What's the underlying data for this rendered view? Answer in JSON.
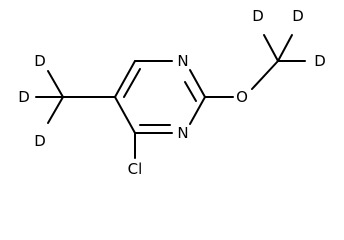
{
  "molecule": {
    "atoms": {
      "n1": "N",
      "n3": "N",
      "o": "O",
      "cl": "Cl",
      "d_methoxy_top_left": "D",
      "d_methoxy_top_right": "D",
      "d_methoxy_right": "D",
      "d_methyl_top": "D",
      "d_methyl_left": "D",
      "d_methyl_bottom": "D"
    }
  }
}
